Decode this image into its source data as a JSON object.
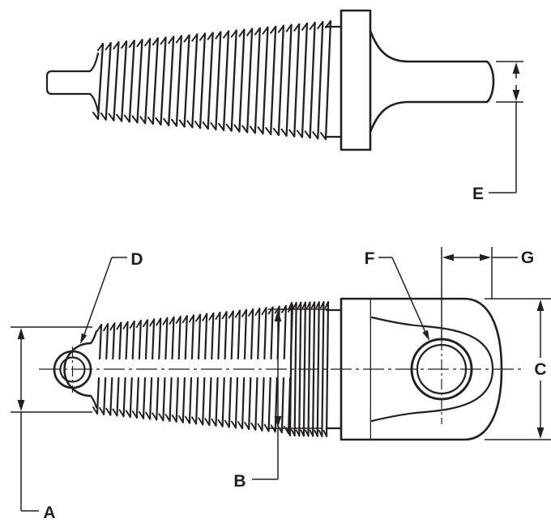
{
  "drawing": {
    "dimension_labels": {
      "a": "A",
      "b": "B",
      "c": "C",
      "d": "D",
      "e": "E",
      "f": "F",
      "g": "G"
    }
  },
  "colors": {
    "line": "#231f20",
    "background": "#ffffff"
  }
}
